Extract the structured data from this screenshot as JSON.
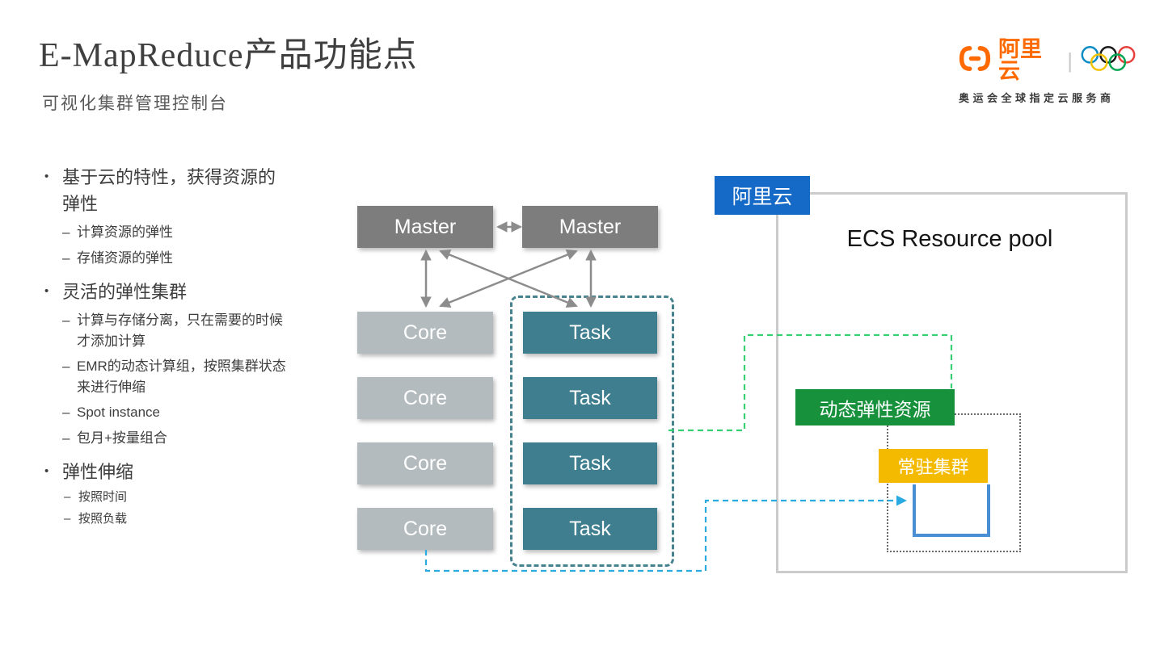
{
  "header": {
    "title": "E-MapReduce产品功能点",
    "subtitle": "可视化集群管理控制台"
  },
  "logo": {
    "brand": "阿里云",
    "divider": "|",
    "tagline": "奥运会全球指定云服务商",
    "brand_color": "#ff6a00"
  },
  "markers": {
    "level1": "•",
    "level2": "–"
  },
  "bullets": [
    {
      "level": 1,
      "text": "基于云的特性，获得资源的弹性"
    },
    {
      "level": 2,
      "text": "计算资源的弹性"
    },
    {
      "level": 2,
      "text": "存储资源的弹性"
    },
    {
      "level": 1,
      "text": "灵活的弹性集群"
    },
    {
      "level": 2,
      "text": "计算与存储分离，只在需要的时候才添加计算"
    },
    {
      "level": 2,
      "text": "EMR的动态计算组，按照集群状态来进行伸缩"
    },
    {
      "level": 2,
      "text": "Spot instance"
    },
    {
      "level": 2,
      "text": "包月+按量组合"
    },
    {
      "level": 1,
      "text": "弹性伸缩"
    },
    {
      "level": 2,
      "small": true,
      "text": "按照时间"
    },
    {
      "level": 2,
      "small": true,
      "text": "按照负载"
    }
  ],
  "cluster": {
    "masters": [
      "Master",
      "Master"
    ],
    "cores": [
      "Core",
      "Core",
      "Core",
      "Core"
    ],
    "tasks": [
      "Task",
      "Task",
      "Task",
      "Task"
    ]
  },
  "pool": {
    "provider": "阿里云",
    "title": "ECS Resource pool",
    "dynamic": "动态弹性资源",
    "resident": "常驻集群"
  },
  "colors": {
    "master_gray": "#7d7d7d",
    "core_gray": "#b4bbbe",
    "task_teal": "#3f7e8f",
    "task_outline_teal": "#47838f",
    "provider_blue": "#1569c7",
    "dynamic_green": "#17913c",
    "resident_yellow": "#f4ba00",
    "connector_green": "#35d073",
    "connector_blue": "#29abe2",
    "bracket_blue": "#4a8fd3",
    "arrow_gray": "#8c8c8c",
    "pool_border": "#cbcbcb"
  }
}
